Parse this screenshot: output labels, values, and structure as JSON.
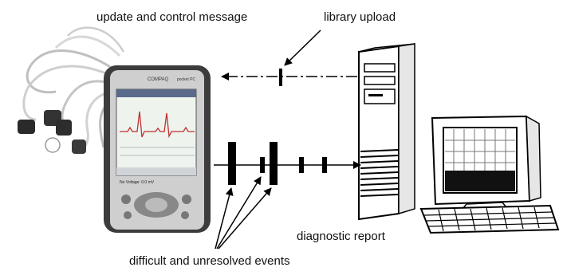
{
  "labels": {
    "update_control": "update and control message",
    "library_upload": "library upload",
    "diagnostic_report": "diagnostic report",
    "events": "difficult and unresolved events"
  },
  "device": {
    "brand": "COMPAQ",
    "model": "pocket PC",
    "status_text": "No Voltage: 0.0 mV"
  },
  "colors": {
    "line": "#000000",
    "device_body": "#3c3c3c",
    "screen": "#eef3ee"
  },
  "icons": [
    "ecg-electrodes-icon",
    "pocket-pc-icon",
    "computer-tower-icon",
    "crt-monitor-icon",
    "keyboard-icon"
  ]
}
